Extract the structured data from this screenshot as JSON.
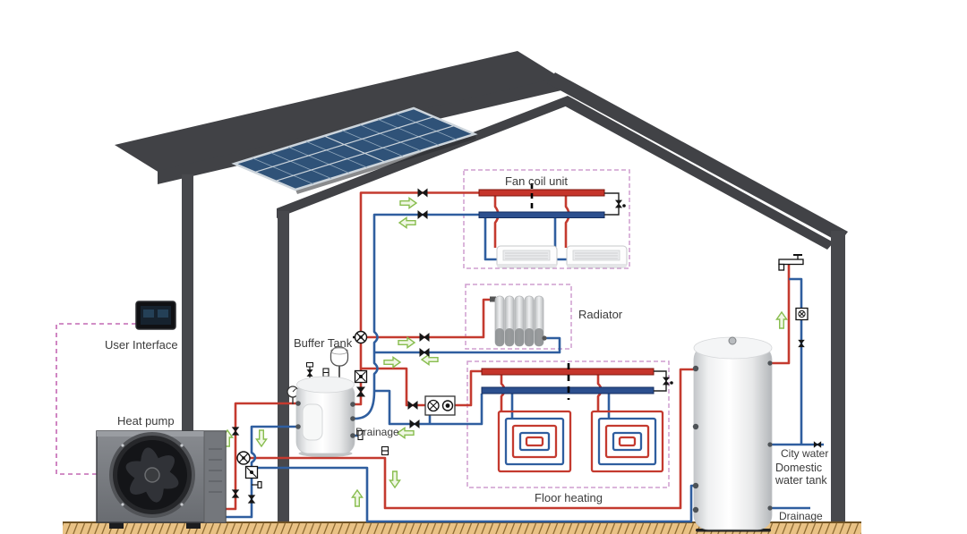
{
  "labels": {
    "fan_coil_unit": "Fan coil unit",
    "radiator": "Radiator",
    "buffer_tank": "Buffer Tank",
    "user_interface": "User Interface",
    "heat_pump": "Heat pump",
    "buffer_drainage": "Drainage",
    "floor_heating": "Floor heating",
    "city_water": "City water",
    "domestic_water_tank": "Domestic water tank",
    "dhw_drainage": "Drainage"
  },
  "colors": {
    "supply_pipe_red": "#c43a2f",
    "return_pipe_blue": "#2f5e9f",
    "flow_arrow_green": "#88bd4f",
    "zone_box_pink": "#cf9ecf",
    "control_line_magenta": "#c468b4",
    "structure_gray": "#414246",
    "ground_tan": "#e9c285"
  },
  "equipment": [
    "solar-panel",
    "heat-pump",
    "user-interface-display",
    "buffer-tank",
    "fan-coil-unit",
    "radiator",
    "floor-heating-coil",
    "domestic-water-tank",
    "circulation-pump",
    "mixing-station",
    "expansion-vessel",
    "pressure-gauge",
    "air-vent-valve",
    "faucet",
    "shut-off-valve",
    "three-way-valve"
  ]
}
